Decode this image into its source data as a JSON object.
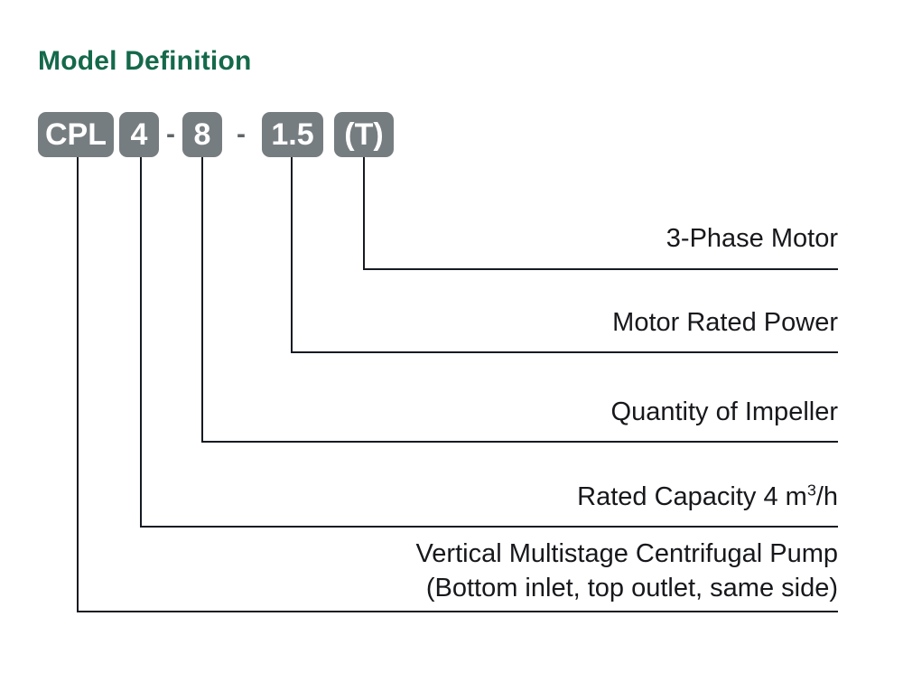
{
  "page": {
    "title": "Model Definition",
    "title_color": "#14694a",
    "background": "#ffffff",
    "line_color": "#161a22",
    "chip_color": "#767d80",
    "chip_text_color": "#ffffff",
    "label_color": "#17181c"
  },
  "model_code": {
    "full": "CPL 4 - 8 - 1.5 (T)",
    "segments": [
      {
        "id": "series",
        "text": "CPL",
        "type": "chip"
      },
      {
        "id": "capacity",
        "text": "4",
        "type": "chip"
      },
      {
        "id": "sep1",
        "text": "-",
        "type": "separator"
      },
      {
        "id": "stages",
        "text": "8",
        "type": "chip"
      },
      {
        "id": "sep2",
        "text": "-",
        "type": "separator"
      },
      {
        "id": "power",
        "text": "1.5",
        "type": "chip"
      },
      {
        "id": "phase",
        "text": "(T)",
        "type": "chip"
      }
    ]
  },
  "callouts": [
    {
      "id": "phase",
      "source_segment": "(T)",
      "line1": "3-Phase Motor",
      "line2": ""
    },
    {
      "id": "power",
      "source_segment": "1.5",
      "line1": "Motor Rated Power",
      "line2": ""
    },
    {
      "id": "stages",
      "source_segment": "8",
      "line1": "Quantity of Impeller",
      "line2": ""
    },
    {
      "id": "capacity",
      "source_segment": "4",
      "line1_pre": "Rated Capacity  4 m",
      "line1_sup": "3",
      "line1_post": "/h",
      "line2": ""
    },
    {
      "id": "series",
      "source_segment": "CPL",
      "line1": "Vertical Multistage Centrifugal Pump",
      "line2": "(Bottom inlet, top outlet, same side)"
    }
  ]
}
